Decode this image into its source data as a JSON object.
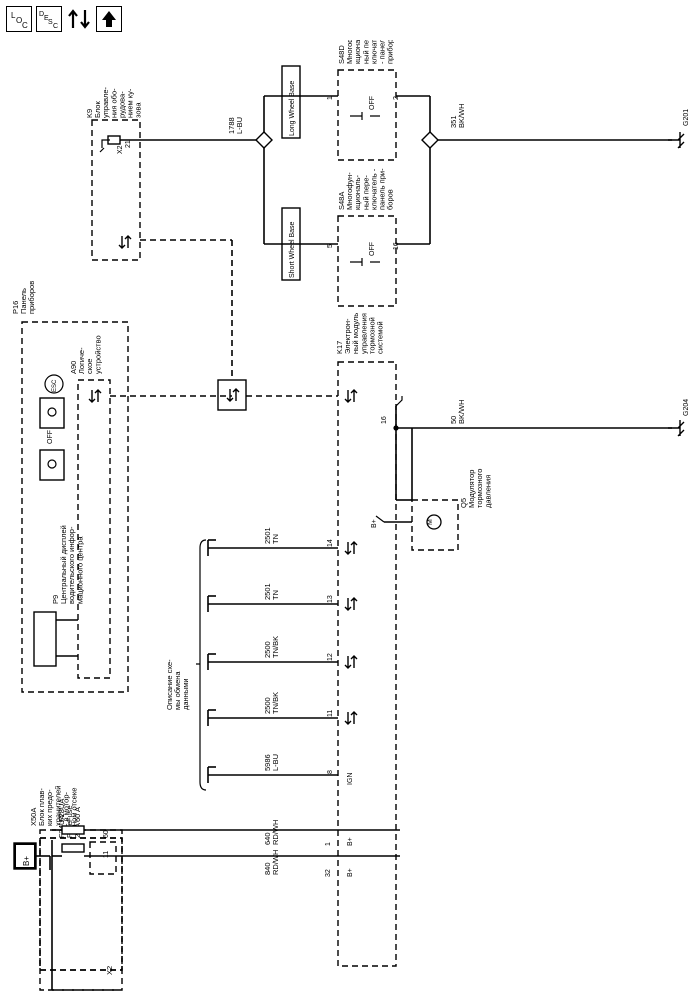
{
  "toolbar": {
    "loc_label": "LOC",
    "desc_label": "DESC"
  },
  "diagram": {
    "components": {
      "batt_label": "B+",
      "x50a_title": [
        "X50A",
        "Блок плав-",
        "ких предо-",
        "хранителей",
        "- в мотор-",
        "ном отсеке"
      ],
      "f24ua": [
        "F24UA",
        "Fuse",
        "20 A"
      ],
      "f28ua": [
        "F28UA",
        "Fuse",
        "60 A"
      ],
      "x2_label": "X2",
      "p16_title": [
        "P16",
        "Панель",
        "приборов"
      ],
      "p9_title": [
        "P9",
        "Центральный дисплей",
        "водительского инфор-",
        "мационного центра"
      ],
      "a90_title": [
        "A90",
        "Логиче-",
        "ское",
        "устройство"
      ],
      "off_label": "OFF",
      "esc_label": "ESC",
      "k9_title": [
        "K9",
        "Блок",
        "управле-",
        "ния обо-",
        "рудова-",
        "нием ку-",
        "зова"
      ],
      "k17_title": [
        "K17",
        "Электрон-",
        "ный модуль",
        "управления",
        "тормозной",
        "системой"
      ],
      "s48d_title": [
        "S48D",
        "Многофун-",
        "кциональ-",
        "ный пере-",
        "ключатель 2",
        "- панель",
        "приборов"
      ],
      "s48a_title": [
        "S48A",
        "Многофун-",
        "кциональ-",
        "ный пере-",
        "ключатель -",
        "панель при-",
        "боров"
      ],
      "q5_title": [
        "Q5",
        "Модулятор",
        "тормозного",
        "давления"
      ],
      "long_wb": "Long Wheel Base",
      "short_wb": "Short Wheel Base",
      "comm_desc": [
        "Описание схе-",
        "мы обмена",
        "данными"
      ],
      "g201": "G201",
      "g204": "G204",
      "motor": "M"
    },
    "wires": {
      "w840": [
        "840",
        "RD/WH"
      ],
      "w640": [
        "640",
        "RD/WH"
      ],
      "w5986": [
        "5986",
        "L-BU"
      ],
      "w2500a": [
        "2500",
        "TN/BK"
      ],
      "w2500b": [
        "2500",
        "TN/BK"
      ],
      "w2501a": [
        "2501",
        "TN"
      ],
      "w2501b": [
        "2501",
        "TN"
      ],
      "w50": [
        "50",
        "BK/WH"
      ],
      "w1788": [
        "1788",
        "L-BU"
      ],
      "w351": [
        "351",
        "BK/WH"
      ]
    },
    "pins": {
      "p32": "32",
      "p1": "1",
      "p8": "8",
      "p11": "11",
      "p12": "12",
      "p13": "13",
      "p14": "14",
      "p16": "16",
      "p21": "21",
      "p11b": "11",
      "p60": "60",
      "s48d_1": "1",
      "s48d_2": "2",
      "s48a_5": "5",
      "s48a_16": "16",
      "bplus1": "B+",
      "bplus2": "B+",
      "ign": "IGN",
      "bplus_q5": "B+"
    }
  }
}
